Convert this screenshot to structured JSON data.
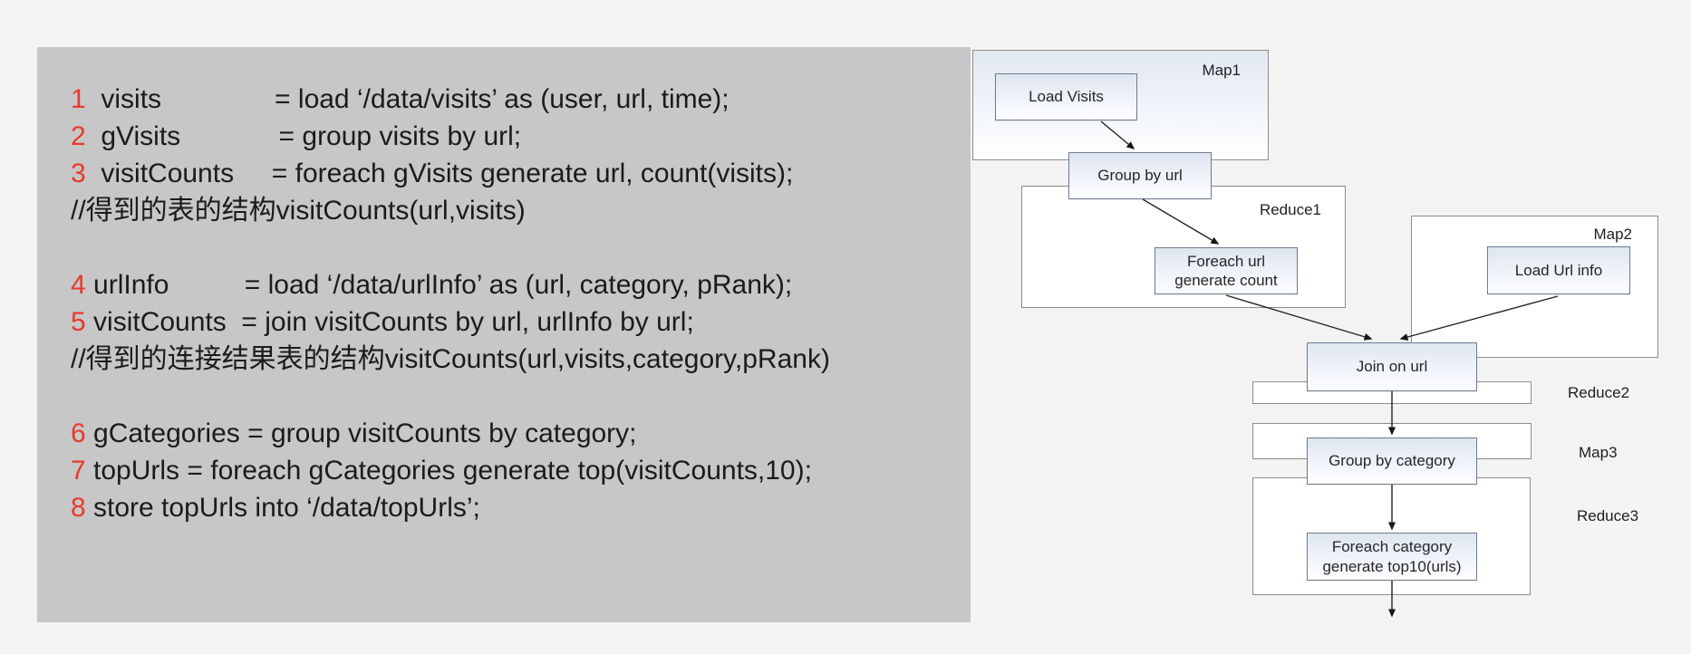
{
  "slide": {
    "background_color": "#f3f3f4",
    "panel_color": "#c7c7c7",
    "line_number_color": "#e8392b"
  },
  "code": {
    "lines": [
      {
        "num": "1",
        "text": "  visits               = load ‘/data/visits’ as (user, url, time);"
      },
      {
        "num": "2",
        "text": "  gVisits             = group visits by url;"
      },
      {
        "num": "3",
        "text": "  visitCounts     = foreach gVisits generate url, count(visits);"
      },
      {
        "num": "",
        "text": "//得到的表的结构visitCounts(url,visits)"
      },
      {
        "num": "",
        "text": ""
      },
      {
        "num": "4",
        "text": " urlInfo          = load ‘/data/urlInfo’ as (url, category, pRank);"
      },
      {
        "num": "5",
        "text": " visitCounts  = join visitCounts by url, urlInfo by url;"
      },
      {
        "num": "",
        "text": "//得到的连接结果表的结构visitCounts(url,visits,category,pRank)"
      },
      {
        "num": "",
        "text": ""
      },
      {
        "num": "6",
        "text": " gCategories = group visitCounts by category;"
      },
      {
        "num": "7",
        "text": " topUrls = foreach gCategories generate top(visitCounts,10);"
      },
      {
        "num": "8",
        "text": " store topUrls into ‘/data/topUrls’;"
      }
    ]
  },
  "diagram": {
    "containers": {
      "map1": "Map1",
      "reduce1": "Reduce1",
      "map2": "Map2",
      "reduce2": "Reduce2",
      "map3": "Map3",
      "reduce3": "Reduce3"
    },
    "nodes": {
      "load_visits": "Load Visits",
      "group_by_url": "Group by url",
      "foreach_url": "Foreach url\ngenerate count",
      "load_url_info": "Load Url info",
      "join_on_url": "Join on url",
      "group_by_category": "Group by category",
      "foreach_category": "Foreach category\ngenerate top10(urls)"
    }
  }
}
